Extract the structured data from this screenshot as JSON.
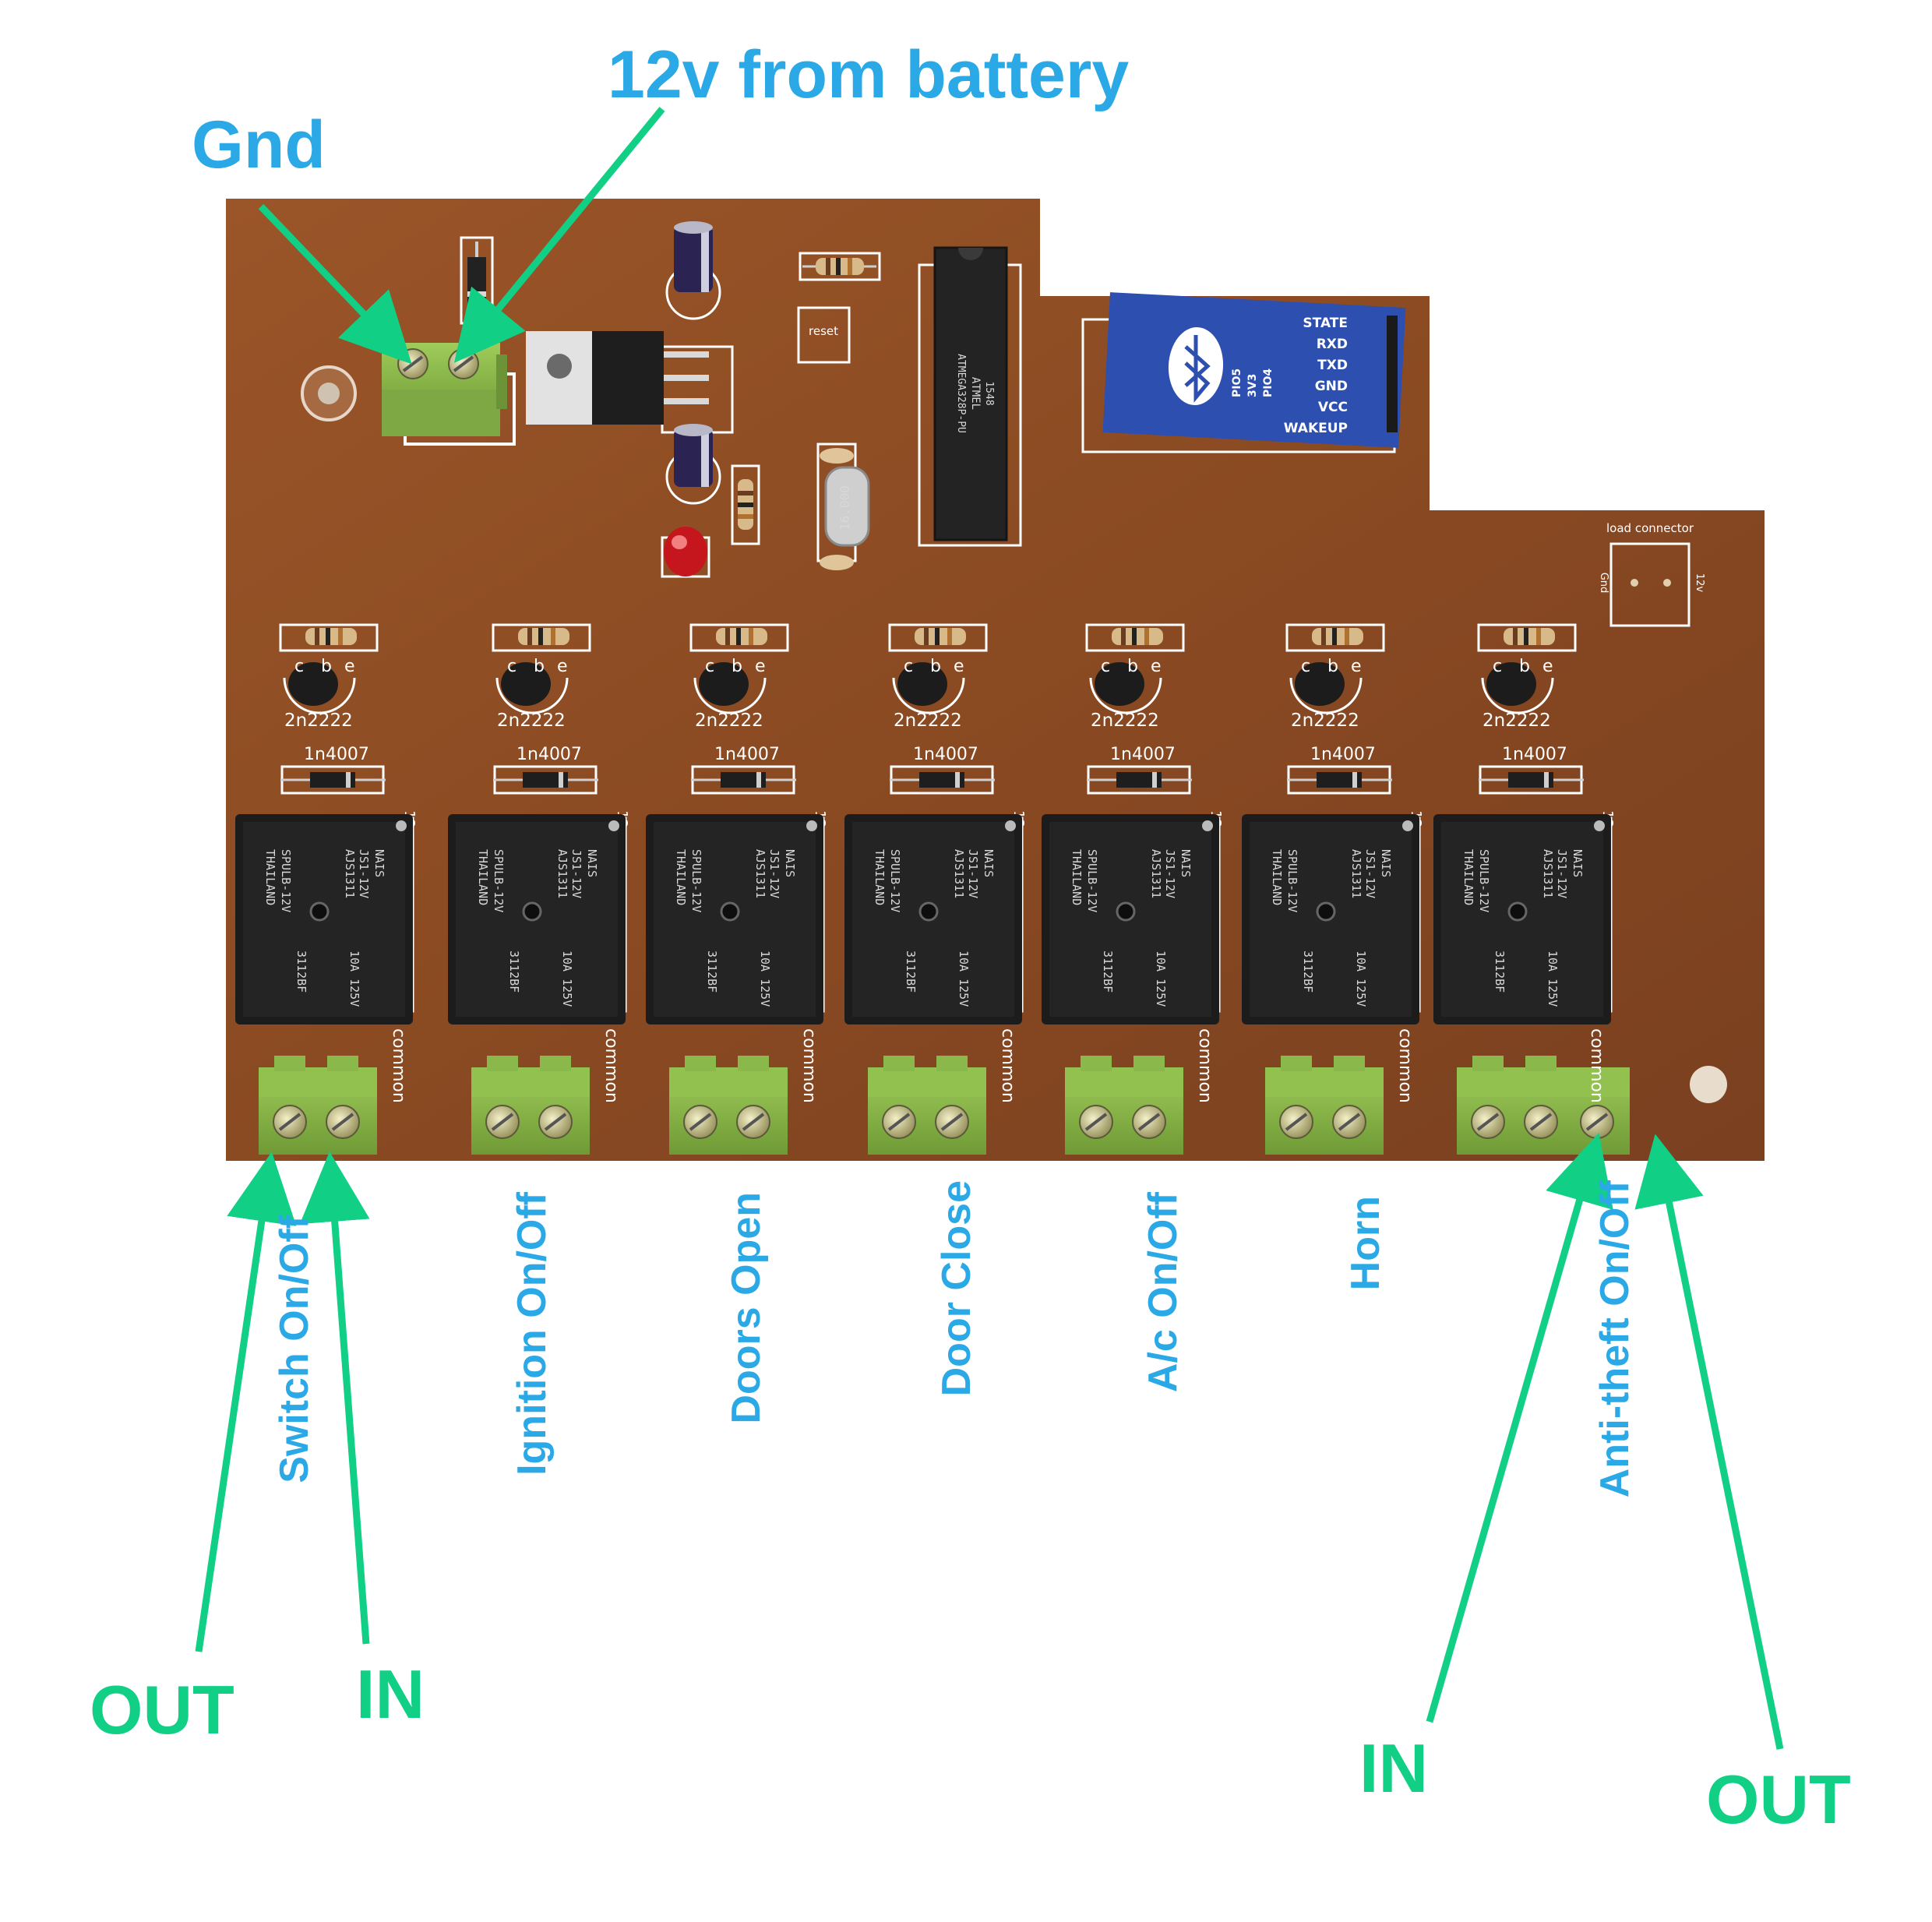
{
  "annotations": {
    "gnd": "Gnd",
    "battery": "12v from battery",
    "out_left": "OUT",
    "in_left": "IN",
    "in_right": "IN",
    "out_right": "OUT"
  },
  "channels": [
    {
      "label": "Switch On/Off"
    },
    {
      "label": "Ignition On/Off"
    },
    {
      "label": "Doors Open"
    },
    {
      "label": "Door Close"
    },
    {
      "label": "A/c On/Off"
    },
    {
      "label": "Horn"
    },
    {
      "label": "Anti-theft On/Off"
    }
  ],
  "silkscreen": {
    "transistor": "2n2222",
    "diode": "1n4007",
    "pins_cbe": [
      "c",
      "b",
      "e"
    ],
    "common": "common",
    "twelve_v": "12v",
    "reset": "reset",
    "load_connector": "load connector",
    "load_gnd": "Gnd",
    "load_12v": "12v",
    "crystal": "16.000",
    "chip_brand": "ATMEL",
    "chip_model": "ATMEGA328P-PU",
    "chip_code": "1548"
  },
  "relay_text": {
    "brand": "NAIS",
    "model": "JS1-12V",
    "part": "AJS1311",
    "spec": "SPULB-12V",
    "origin": "THAILAND",
    "rating": "10A 125V",
    "code": "3112BF"
  },
  "bluetooth_module": {
    "pins": [
      "STATE",
      "RXD",
      "TXD",
      "GND",
      "VCC",
      "WAKEUP"
    ],
    "pio_labels": [
      "PIO5",
      "3V3",
      "PIO4"
    ]
  },
  "colors": {
    "board": "#8a4a22",
    "label_blue": "#2aa9e6",
    "label_green": "#12cf86",
    "terminal_green": "#8ab84a",
    "relay_black": "#1c1c1c",
    "bt_blue": "#2d4fb0"
  }
}
